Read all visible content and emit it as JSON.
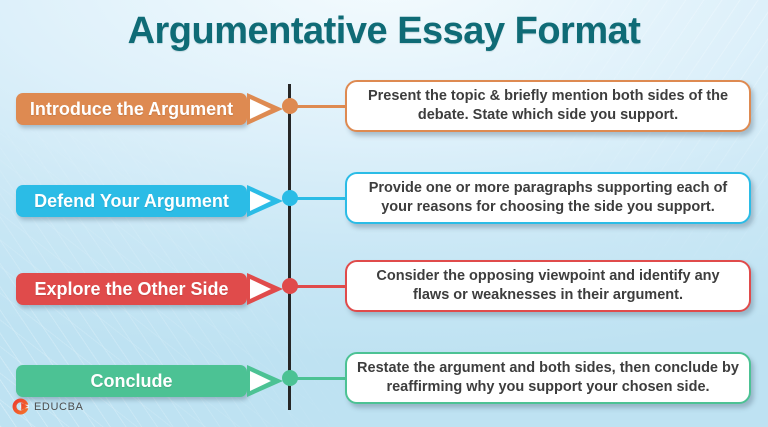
{
  "title": "Argumentative Essay Format",
  "title_color": "#0F6B76",
  "timeline_color": "#262626",
  "steps": [
    {
      "label": "Introduce the Argument",
      "description": "Present the topic & briefly mention both sides of the debate. State which side you support.",
      "color": "#DE8A51"
    },
    {
      "label": "Defend Your Argument",
      "description": "Provide one or more paragraphs supporting each of your reasons for choosing the side you support.",
      "color": "#2BBCE6"
    },
    {
      "label": "Explore the Other Side",
      "description": "Consider the opposing viewpoint and identify any flaws or weaknesses in their argument.",
      "color": "#E04B4B"
    },
    {
      "label": "Conclude",
      "description": "Restate the argument and both sides, then conclude by reaffirming why you support your chosen side.",
      "color": "#4CC294"
    }
  ],
  "brand": {
    "name": "EDUCBA",
    "icon": "educba-e-icon",
    "icon_colors": [
      "#ED3E2E",
      "#F4722B"
    ]
  }
}
